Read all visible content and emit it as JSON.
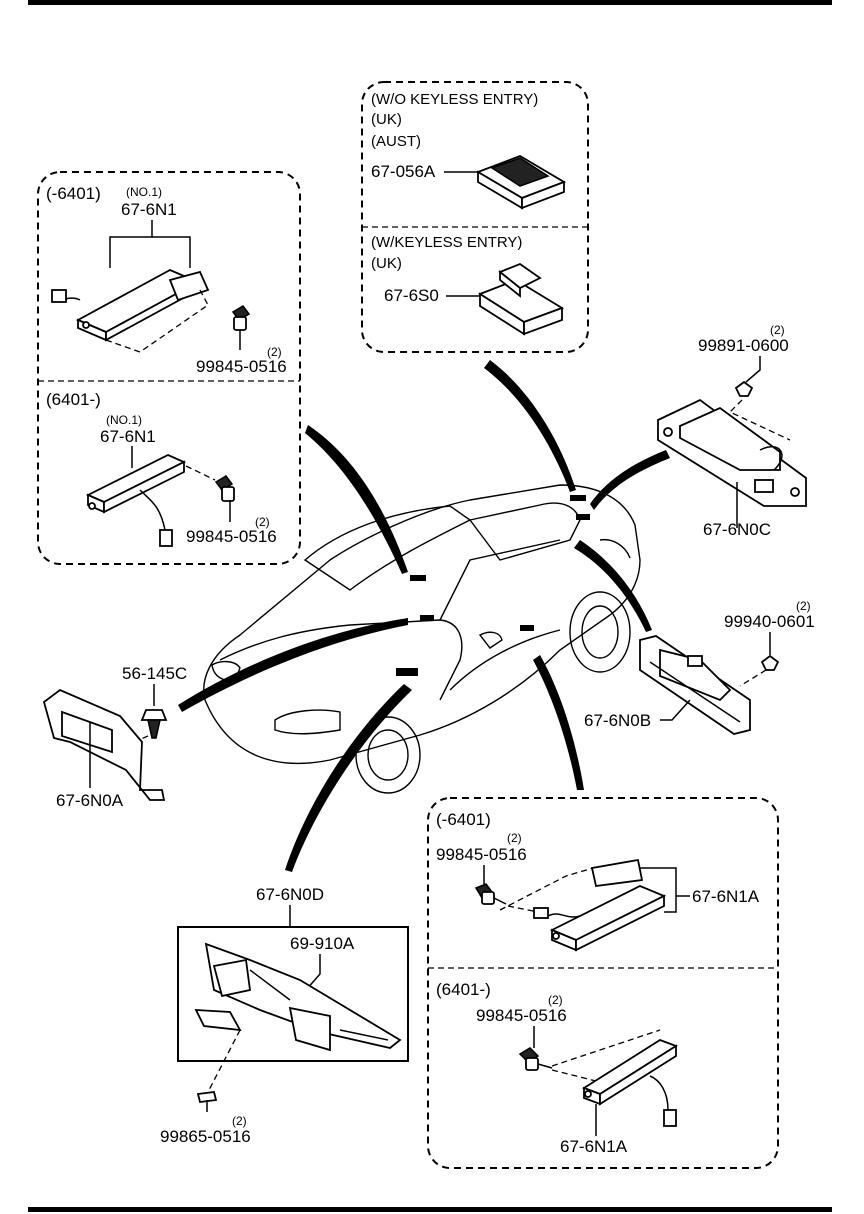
{
  "panels": {
    "top_left_upper": {
      "range": "(-6401)",
      "no": "(NO.1)",
      "part": "67-6N1",
      "bolt": "99845-0516",
      "qty": "(2)"
    },
    "top_left_lower": {
      "range": "(6401-)",
      "no": "(NO.1)",
      "part": "67-6N1",
      "bolt": "99845-0516",
      "qty": "(2)"
    },
    "top_center_upper": {
      "line1": "(W/O KEYLESS ENTRY)",
      "line2": "(UK)",
      "line3": "(AUST)",
      "part": "67-056A"
    },
    "top_center_lower": {
      "line1": "(W/KEYLESS ENTRY)",
      "line2": "(UK)",
      "part": "67-6S0"
    },
    "bottom_right_upper": {
      "range": "(-6401)",
      "bolt": "99845-0516",
      "qty": "(2)",
      "part": "67-6N1A"
    },
    "bottom_right_lower": {
      "range": "(6401-)",
      "bolt": "99845-0516",
      "qty": "(2)",
      "part": "67-6N1A"
    },
    "bottom_center": {
      "assembly": "67-6N0D",
      "part": "69-910A",
      "screw": "99865-0516",
      "qty": "(2)"
    }
  },
  "loose_parts": {
    "right_upper": {
      "nut": "99891-0600",
      "nut_qty": "(2)",
      "part": "67-6N0C"
    },
    "right_middle": {
      "nut": "99940-0601",
      "nut_qty": "(2)",
      "part": "67-6N0B"
    },
    "left": {
      "clip": "56-145C",
      "part": "67-6N0A"
    }
  }
}
